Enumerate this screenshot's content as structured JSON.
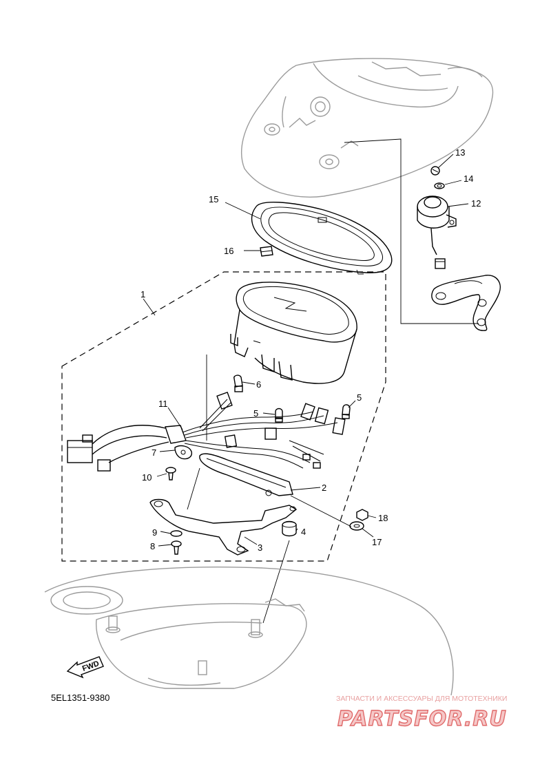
{
  "diagram": {
    "part_code": "5EL1351-9380",
    "fwd_label": "FWD",
    "callouts": {
      "c1": "1",
      "c2": "2",
      "c3": "3",
      "c4": "4",
      "c5a": "5",
      "c5b": "5",
      "c6": "6",
      "c7": "7",
      "c8": "8",
      "c9": "9",
      "c10": "10",
      "c11": "11",
      "c12": "12",
      "c13": "13",
      "c14": "14",
      "c15": "15",
      "c16": "16",
      "c17": "17",
      "c18": "18"
    }
  },
  "watermark": {
    "tagline": "ЗАПЧАСТИ И АКСЕССУАРЫ ДЛЯ МОТОТЕХНИКИ",
    "brand": "PARTSFOR.RU",
    "color": "#e06a6a"
  }
}
